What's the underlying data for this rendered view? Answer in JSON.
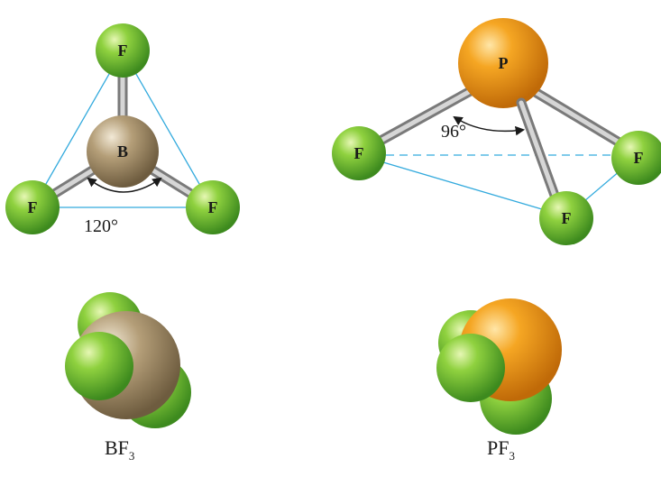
{
  "colors": {
    "fluorine": "#7cc43a",
    "boron": "#a8916b",
    "phosphorus": "#f0a020",
    "bond": "#9a9a9a",
    "outline": "#33aadd"
  },
  "bf3": {
    "atoms": {
      "center": "B",
      "top": "F",
      "left": "F",
      "right": "F"
    },
    "angle": "120°",
    "formula_main": "BF",
    "formula_sub": "3"
  },
  "pf3": {
    "atoms": {
      "center": "P",
      "left": "F",
      "right": "F",
      "bottom": "F"
    },
    "angle": "96°",
    "formula_main": "PF",
    "formula_sub": "3"
  }
}
